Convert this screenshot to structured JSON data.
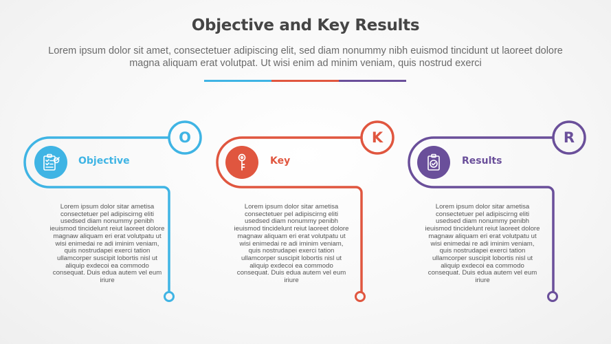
{
  "title": "Objective and Key Results",
  "subtitle": "Lorem ipsum dolor sit amet, consectetuer adipiscing elit, sed diam nonummy nibh euismod tincidunt ut laoreet dolore magna aliquam erat volutpat. Ut wisi enim ad minim veniam, quis nostrud exerci",
  "colors": {
    "blue": "#3fb4e4",
    "red": "#e0563f",
    "purple": "#6a4f9a"
  },
  "cards": [
    {
      "letter": "O",
      "label": "Objective",
      "icon": "clipboard-target-icon",
      "color": "#3fb4e4",
      "body": "Lorem ipsum dolor sitar ametisa consectetuer pel adipiscirng eliti usedsed diam nonummy penibh ieuismod tincidelunt reiut laoreet dolore magnaw aliquam eri erat volutpatu ut wisi enimedai re adi iminim veniam, quis nostrudapei exerci tation ullamcorper suscipit lobortis nisl ut aliquip exdecoi ea commodo consequat. Duis edua autem vel eum iriure"
    },
    {
      "letter": "K",
      "label": "Key",
      "icon": "key-icon",
      "color": "#e0563f",
      "body": "Lorem ipsum dolor sitar ametisa consectetuer pel adipiscirng eliti usedsed diam nonummy penibh ieuismod tincidelunt reiut laoreet dolore magnaw aliquam eri erat volutpatu ut wisi enimedai re adi iminim veniam, quis nostrudapei exerci tation ullamcorper suscipit lobortis nisl ut aliquip exdecoi ea commodo consequat. Duis edua autem vel eum iriure"
    },
    {
      "letter": "R",
      "label": "Results",
      "icon": "clipboard-check-icon",
      "color": "#6a4f9a",
      "body": "Lorem ipsum dolor sitar ametisa consectetuer pel adipiscirng eliti usedsed diam nonummy penibh ieuismod tincidelunt reiut laoreet dolore magnaw aliquam eri erat volutpatu ut wisi enimedai re adi iminim veniam, quis nostrudapei exerci tation ullamcorper suscipit lobortis nisl ut aliquip exdecoi ea commodo consequat. Duis edua autem vel eum iriure"
    }
  ]
}
